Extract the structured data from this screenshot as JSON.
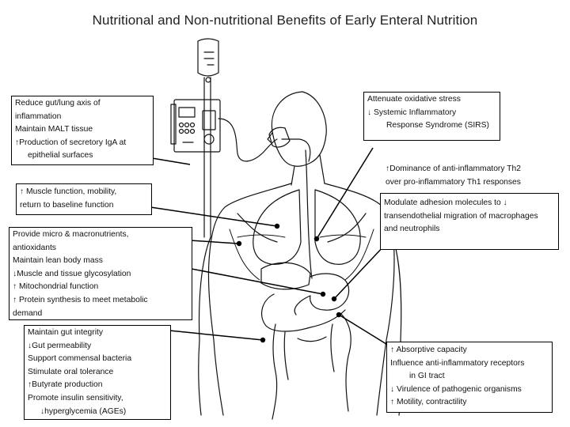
{
  "title": "Nutritional and Non-nutritional Benefits of Early Enteral Nutrition",
  "boxes": {
    "gut_lung": [
      "Reduce gut/lung axis of",
      "inflammation",
      "Maintain MALT tissue",
      "↑Production of secretory IgA at",
      "epithelial surfaces"
    ],
    "muscle": [
      "↑ Muscle function, mobility,",
      "return  to baseline function"
    ],
    "micro": [
      "Provide micro & macronutrients,",
      "antioxidants",
      "Maintain lean body mass",
      "↓Muscle and tissue glycosylation",
      "↑ Mitochondrial function",
      "↑ Protein synthesis to meet metabolic",
      "demand"
    ],
    "gut_integrity": [
      "Maintain gut integrity",
      "↓Gut permeability",
      "Support commensal bacteria",
      "Stimulate oral tolerance",
      "↑Butyrate production",
      "Promote insulin sensitivity,",
      "↓hyperglycemia (AGEs)"
    ],
    "oxidative": [
      "Attenuate oxidative stress",
      "↓ Systemic Inflammatory",
      "Response Syndrome (SIRS)"
    ],
    "th2": [
      "↑Dominance of anti-inflammatory Th2",
      "over pro-inflammatory Th1 responses"
    ],
    "adhesion": [
      "Modulate adhesion molecules to ↓",
      "transendothelial  migration of macrophages",
      "and neutrophils"
    ],
    "absorptive": [
      "↑ Absorptive capacity",
      "Influence anti-inflammatory receptors",
      "in GI tract",
      "↓ Virulence of pathogenic organisms",
      "↑ Motility, contractility"
    ]
  }
}
